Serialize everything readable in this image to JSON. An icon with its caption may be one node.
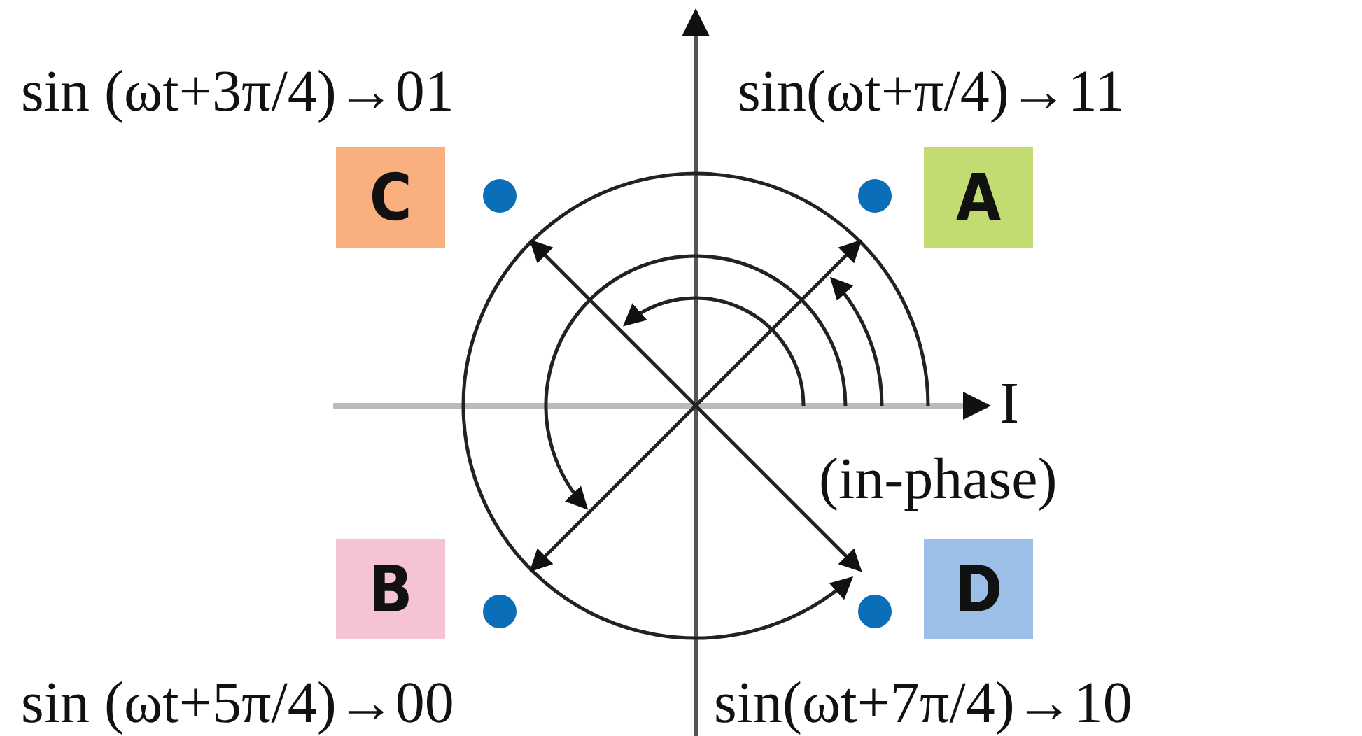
{
  "diagram": {
    "nodes": [
      {
        "text": [
          "C"
        ]
      },
      {
        "text": [
          "A"
        ]
      },
      {
        "text": [
          "B"
        ]
      },
      {
        "text": [
          "D"
        ]
      }
    ],
    "labels": [
      "sin (ωt+3π/4)→01",
      "sin(ωt+π/4)→11",
      "I",
      "(in-phase)",
      "sin (ωt+5π/4)→00",
      "sin(ωt+7π/4)→10"
    ]
  }
}
